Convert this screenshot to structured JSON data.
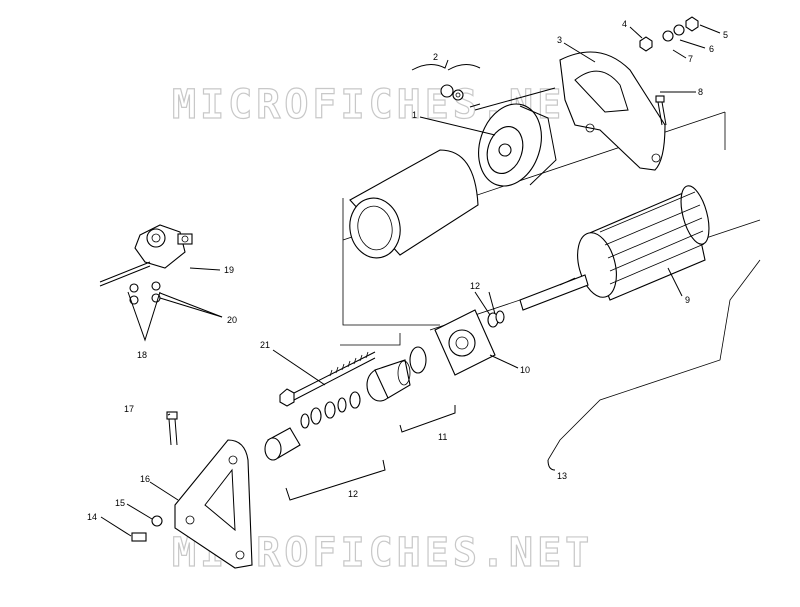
{
  "watermark": {
    "top": "MICROFICHES.NET",
    "bottom": "MICROFICHES.NET"
  },
  "callouts": {
    "c1": "1",
    "c2": "2",
    "c3": "3",
    "c4": "4",
    "c5": "5",
    "c6": "6",
    "c7": "7",
    "c8": "8",
    "c9": "9",
    "c10": "10",
    "c11": "11",
    "c12a": "12",
    "c12b": "12",
    "c13": "13",
    "c14": "14",
    "c15": "15",
    "c16": "16",
    "c17": "17",
    "c18": "18",
    "c19": "19",
    "c20": "20",
    "c21": "21"
  }
}
